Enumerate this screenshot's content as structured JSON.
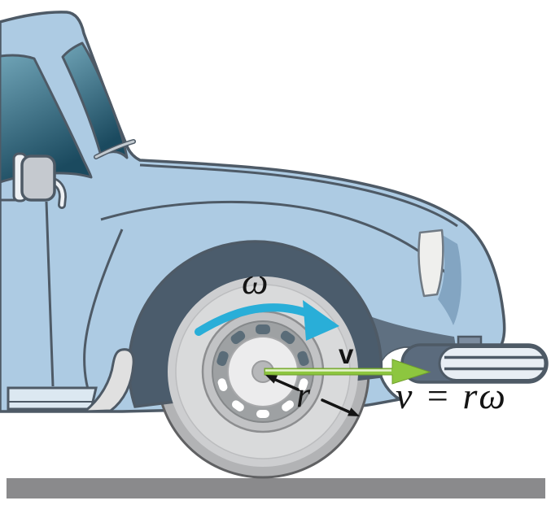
{
  "figure": {
    "description": "Physics illustration: side view of a light-blue Beetle-style car; the front wheel is annotated with angular velocity, linear velocity vector and wheel radius, with the relation v = r-omega.",
    "annotations": {
      "angular_velocity_symbol": "ω",
      "velocity_label": "v",
      "radius_label": "r",
      "equation": "v = rω"
    },
    "colors": {
      "car_body": "#adcbe3",
      "car_outline": "#4e5a66",
      "window_glass_top": "#6fa3b6",
      "window_glass_bottom": "#1b4a5f",
      "rotation_arrow": "#29aed8",
      "velocity_arrow": "#8dc63f",
      "annotation_ink": "#141414",
      "ground": "#8a8a8c",
      "tire": "#b2b3b5",
      "wheel_face": "#d9dadb",
      "hubcap": "#ececed",
      "wheel_arch_shadow": "#4b5c6c"
    }
  }
}
